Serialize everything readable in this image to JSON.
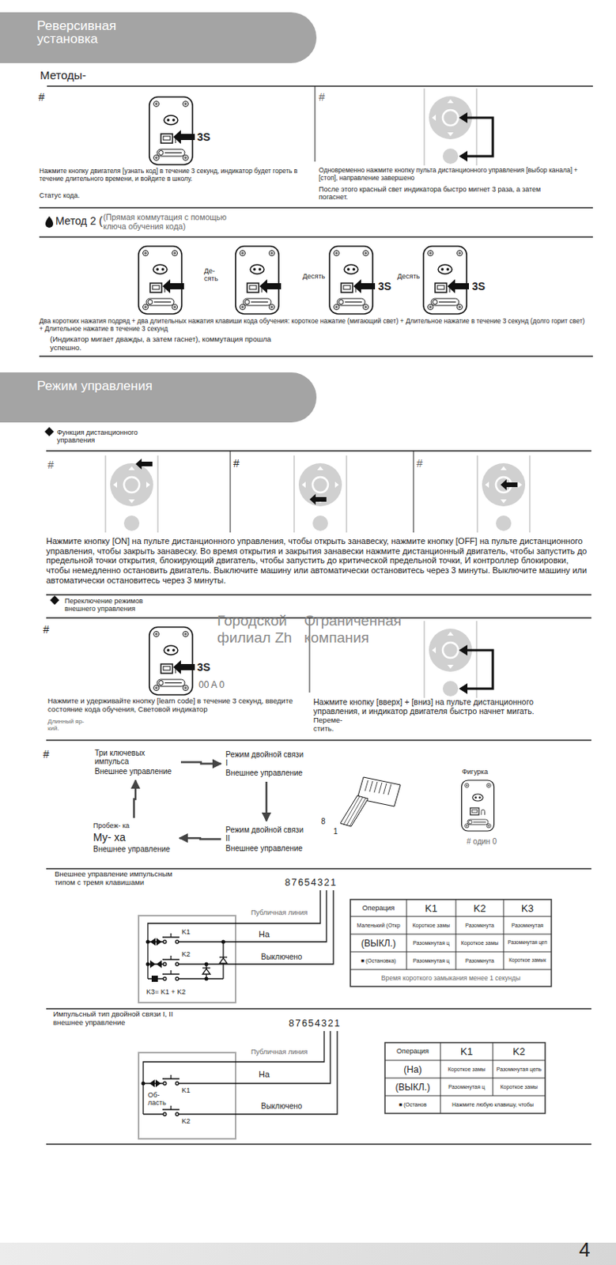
{
  "diagram": {
    "nodes": [
      {
        "text": [
          "Реверсивная установка"
        ]
      },
      {
        "text": [
          "Режим управления"
        ]
      },
      {
        "text": [
          "Три ключевых импульса",
          "Внешнее управление"
        ]
      },
      {
        "text": [
          "Режим двойной связи I",
          "Внешнее управление"
        ]
      },
      {
        "text": [
          "Режим двойной связи II",
          "Внешнее управление"
        ]
      },
      {
        "text": [
          "Пробеж- ка",
          "Му- ха",
          "Внешнее управление"
        ]
      }
    ],
    "edges": [
      {
        "from": 2,
        "to": 3,
        "arrow": "to"
      },
      {
        "from": 3,
        "to": 4,
        "arrow": "to"
      },
      {
        "from": 4,
        "to": 5,
        "arrow": "to"
      },
      {
        "from": 5,
        "to": 2,
        "arrow": "to"
      }
    ],
    "labels": [
      "Методы-",
      "#",
      "3S",
      "Нажмите кнопку двигателя [узнать код] в течение 3 секунд, индикатор будет гореть в течение длительного времени, и войдите в школу.",
      "Статус кода.",
      "#",
      "Одновременно нажмите кнопку пульта дистанционного управления [выбор канала] + [стоп], направление завершено",
      "После этого красный свет индикатора быстро мигнет 3 раза, а затем погаснет.",
      "Метод 2 (",
      "(Прямая коммутация с помощью ключа обучения кода)",
      "Де- сять",
      "Десять",
      "Десять",
      "3S",
      "3S",
      "Два коротких нажатия подряд + два длительных нажатия клавиши кода обучения: короткое нажатие (мигающий свет) + Длительное нажатие в течение 3 секунд (долго горит свет) + Длительное нажатие в течение 3 секунд",
      "(Индикатор мигает дважды, а затем гаснет), коммутация прошла успешно.",
      "Функция дистанционного управления",
      "#",
      "#",
      "#",
      "Нажмите кнопку [ON] на пульте дистанционного управления, чтобы открыть занавеску, нажмите кнопку [OFF] на пульте дистанционного управления, чтобы закрыть занавеску. Во время открытия и закрытия занавески нажмите дистанционный двигатель, чтобы запустить до предельной точки открытия, блокирующий двигатель, чтобы запустить до критической предельной точки, И контроллер блокировки, чтобы немедленно остановить двигатель. Выключите машину или автоматически остановитесь через 3 минуты. Выключите машину или автоматически остановитесь через 3 минуты.",
      "Переключение режимов внешнего управления",
      "#",
      "3S",
      "00 A 0",
      "Нажмите и удерживайте кнопку [learn code] в течение 3 секунд, введите состояние кода обучения, Световой индикатор",
      "Длинный яр- кий.",
      "Нажмите кнопку [вверх] + [вниз] на пульте дистанционного управления, и индикатор двигателя быстро начнет мигать.",
      "Переме- стить.",
      "Городской филиал Zh",
      "Ограниченная компания",
      "#",
      "8",
      "1",
      "Фигурка",
      "# один 0",
      "Внешнее управление импульсным типом с тремя клавишами",
      "87654321",
      "Публичная линия",
      "На",
      "Выключено",
      "K1",
      "K2",
      "K3= K1 + K2",
      "Операция",
      "K1",
      "K2",
      "K3",
      "Маленький (Откр",
      "Короткое замы",
      "Разомкнута",
      "Разомкнутая",
      "(ВЫКЛ.)",
      "Разомкнутая ц",
      "Короткое замы",
      "Разомкнутая цеп",
      "■ (Остановка)",
      "Разомкнутая ц",
      "Разомкнута",
      "Короткое замык",
      "Время короткого замыкания менее 1 секунды",
      "Импульсный тип двойной связи I, II внешнее управление",
      "87654321",
      "Публичная линия",
      "На",
      "Выключено",
      "K1",
      "Об- ласть",
      "K2",
      "Операция",
      "K1",
      "K2",
      "(На)",
      "Короткое замы",
      "Разомкнутая цепь",
      "(ВЫКЛ.)",
      "Разомкнутая ц",
      "Короткое замы",
      "■ (Останов",
      "Нажмите любую клавишу, чтобы",
      "4"
    ]
  }
}
